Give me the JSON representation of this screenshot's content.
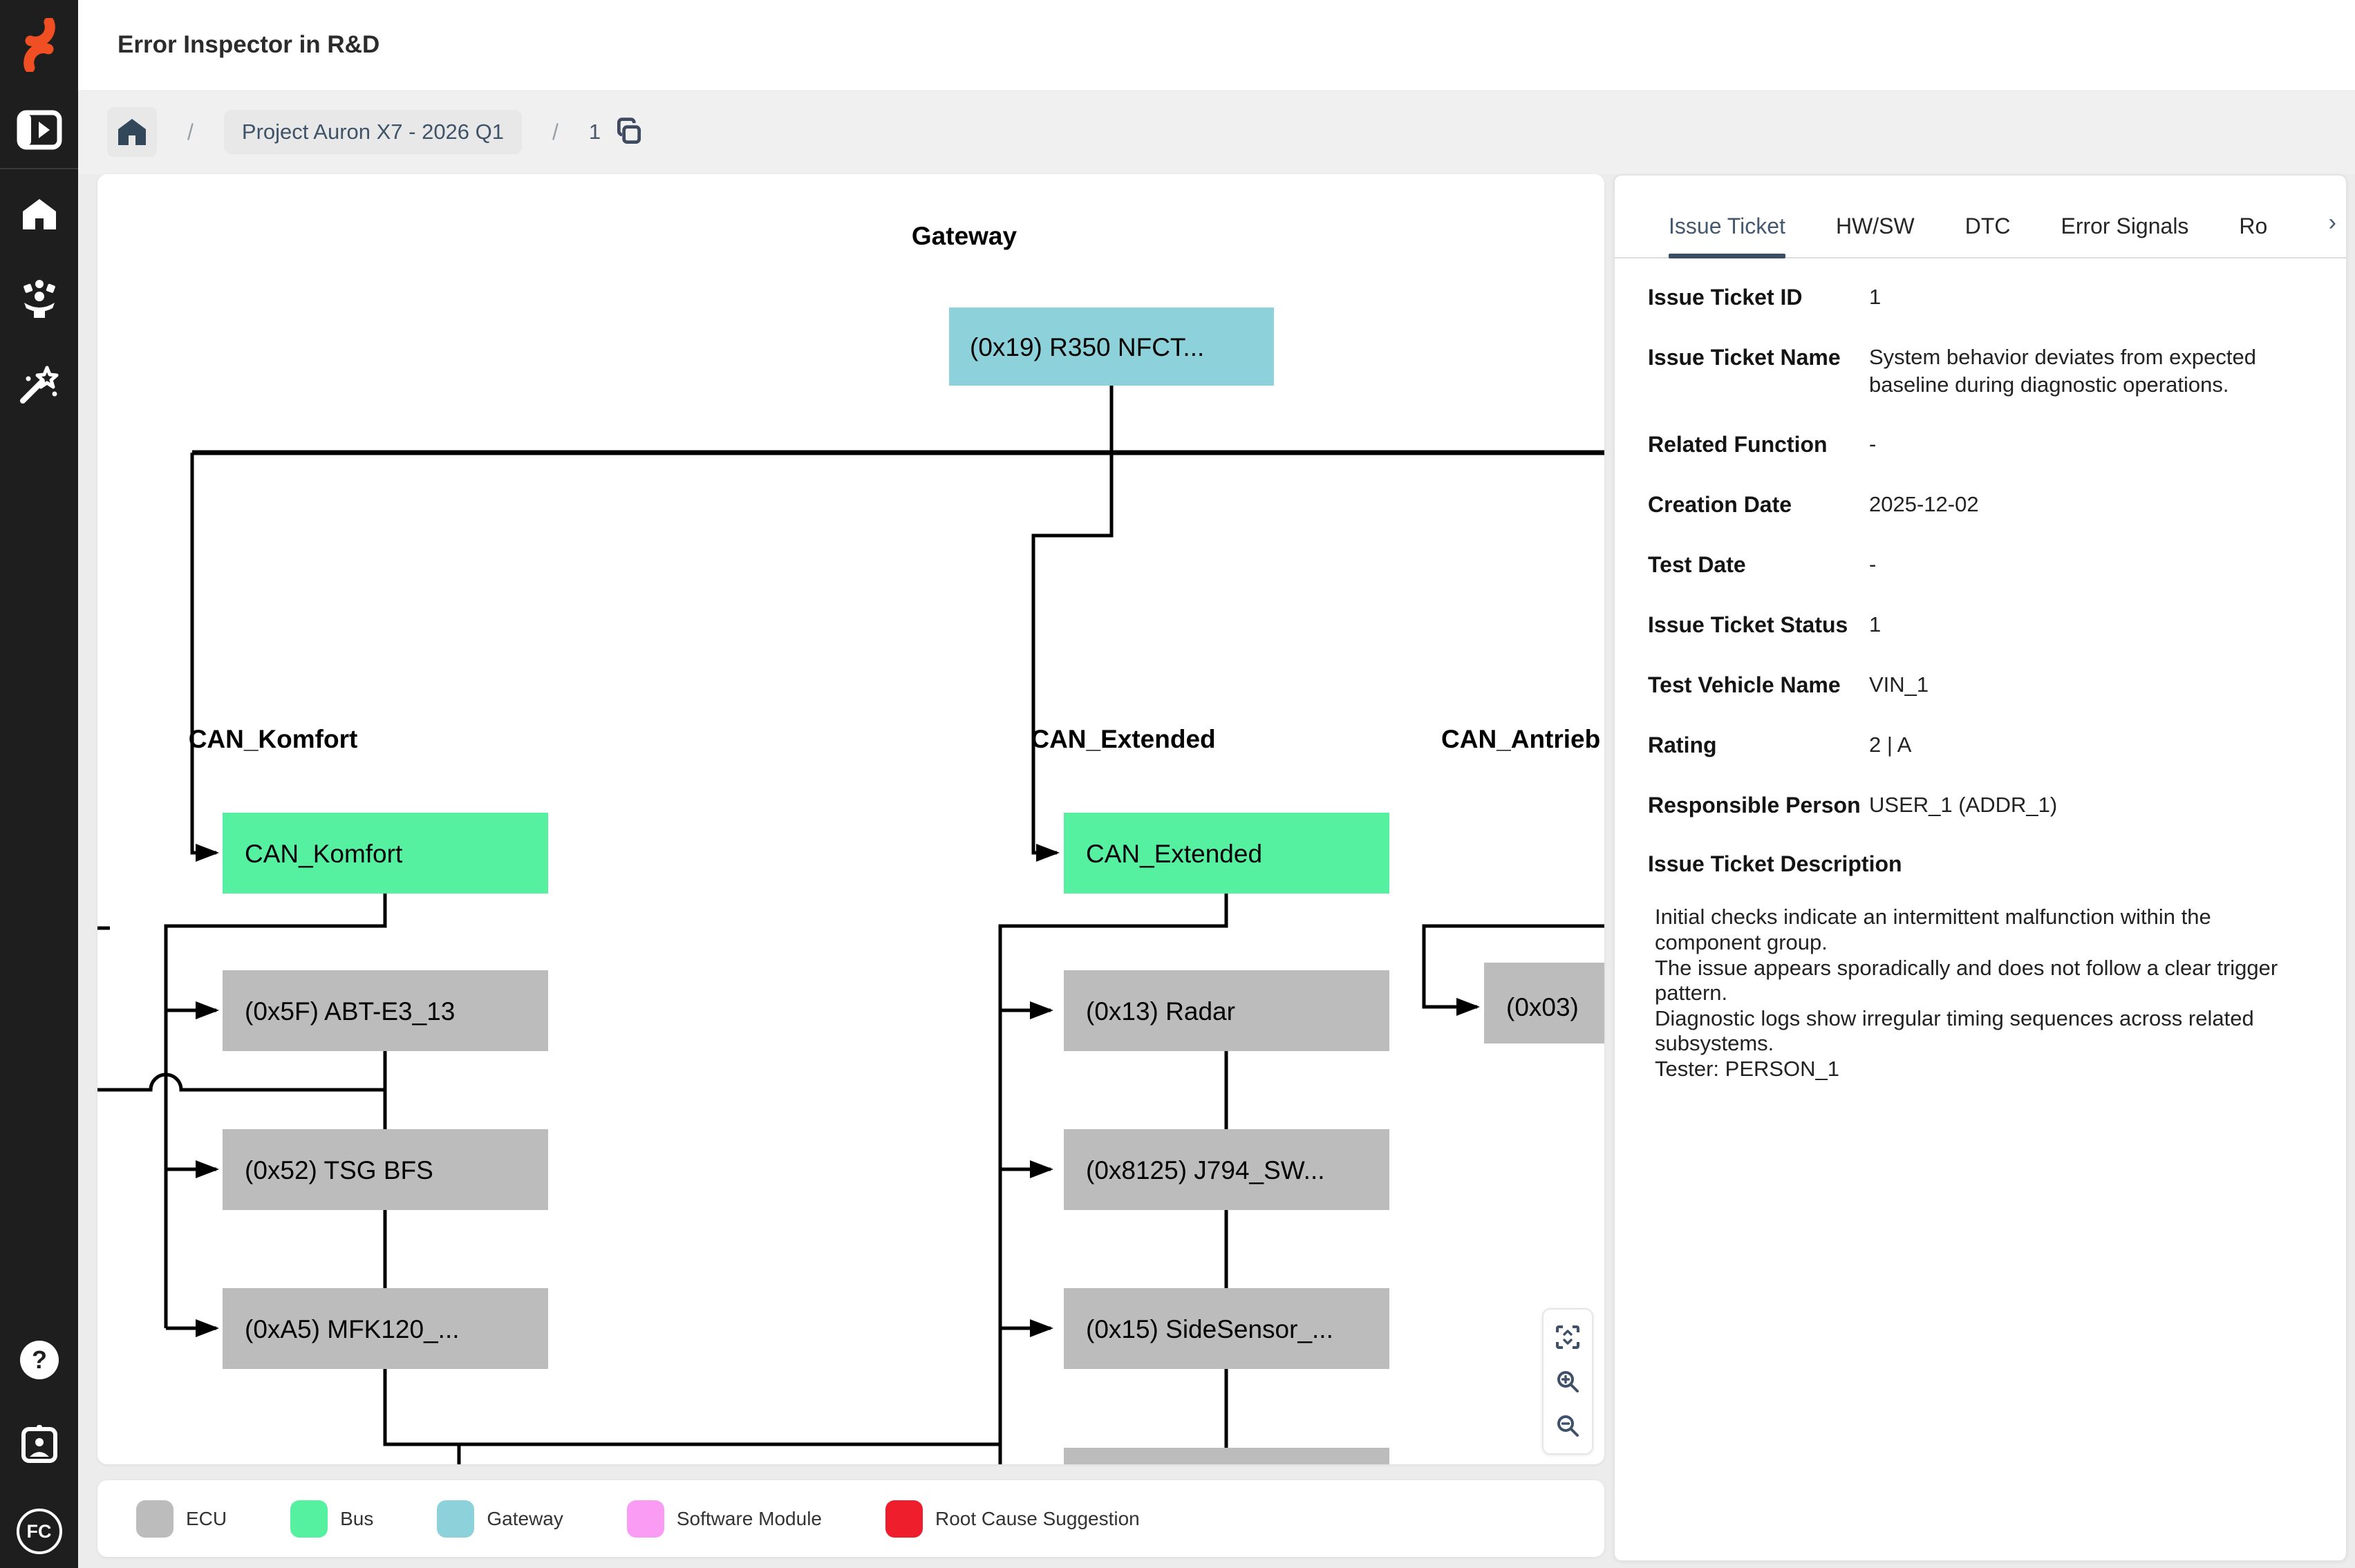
{
  "app": {
    "title": "Error Inspector in R&D"
  },
  "sidebar": {
    "icons": [
      {
        "name": "sidebar-expand-icon"
      },
      {
        "name": "home-icon"
      },
      {
        "name": "juggler-icon"
      },
      {
        "name": "magic-wand-icon"
      },
      {
        "name": "help-icon"
      },
      {
        "name": "id-badge-icon"
      }
    ],
    "avatar_initials": "FC"
  },
  "breadcrumb": {
    "project": "Project Auron X7 - 2026 Q1",
    "page": "1",
    "separator": "/"
  },
  "colors": {
    "ecu": "#bcbcbc",
    "bus": "#55f1a0",
    "gateway": "#8dd2db",
    "software_module": "#fa9cf4",
    "root_cause": "#ef1e2d",
    "accent_slate": "#3a4f66",
    "brand_orange": "#f04e23"
  },
  "diagram": {
    "gateway_label": "Gateway",
    "gateway_node": "(0x19) R350 NFCT...",
    "columns": [
      {
        "label": "CAN_Komfort",
        "bus": "CAN_Komfort",
        "ecus": [
          "(0x5F) ABT-E3_13",
          "(0x52) TSG BFS",
          "(0xA5) MFK120_..."
        ]
      },
      {
        "label": "CAN_Extended",
        "bus": "CAN_Extended",
        "ecus": [
          "(0x13) Radar",
          "(0x8125) J794_SW...",
          "(0x15) SideSensor_..."
        ]
      },
      {
        "label": "CAN_Antrieb",
        "bus": "",
        "ecus": [
          "(0x03)"
        ]
      }
    ]
  },
  "legend": {
    "items": [
      {
        "label": "ECU",
        "color": "#bcbcbc"
      },
      {
        "label": "Bus",
        "color": "#55f1a0"
      },
      {
        "label": "Gateway",
        "color": "#8dd2db"
      },
      {
        "label": "Software Module",
        "color": "#fa9cf4"
      },
      {
        "label": "Root Cause Suggestion",
        "color": "#ef1e2d"
      }
    ]
  },
  "panel": {
    "tabs": [
      {
        "label": "Issue Ticket"
      },
      {
        "label": "HW/SW"
      },
      {
        "label": "DTC"
      },
      {
        "label": "Error Signals"
      },
      {
        "label": "Ro"
      }
    ],
    "overflow_chevron": "›",
    "fields": [
      {
        "label": "Issue Ticket ID",
        "value": "1"
      },
      {
        "label": "Issue Ticket Name",
        "value": "System behavior deviates from expected baseline during diagnostic operations."
      },
      {
        "label": "Related Function",
        "value": "-"
      },
      {
        "label": "Creation Date",
        "value": "2025-12-02"
      },
      {
        "label": "Test Date",
        "value": "-"
      },
      {
        "label": "Issue Ticket Status",
        "value": "1"
      },
      {
        "label": "Test Vehicle Name",
        "value": "VIN_1"
      },
      {
        "label": "Rating",
        "value": "2 | A"
      },
      {
        "label": "Responsible Person",
        "value": "USER_1 (ADDR_1)"
      }
    ],
    "description_title": "Issue Ticket Description",
    "description_lines": [
      "Initial checks indicate an intermittent malfunction within the component group.",
      "The issue appears sporadically and does not follow a clear trigger pattern.",
      "Diagnostic logs show irregular timing sequences across related subsystems.",
      "Tester: PERSON_1"
    ]
  }
}
